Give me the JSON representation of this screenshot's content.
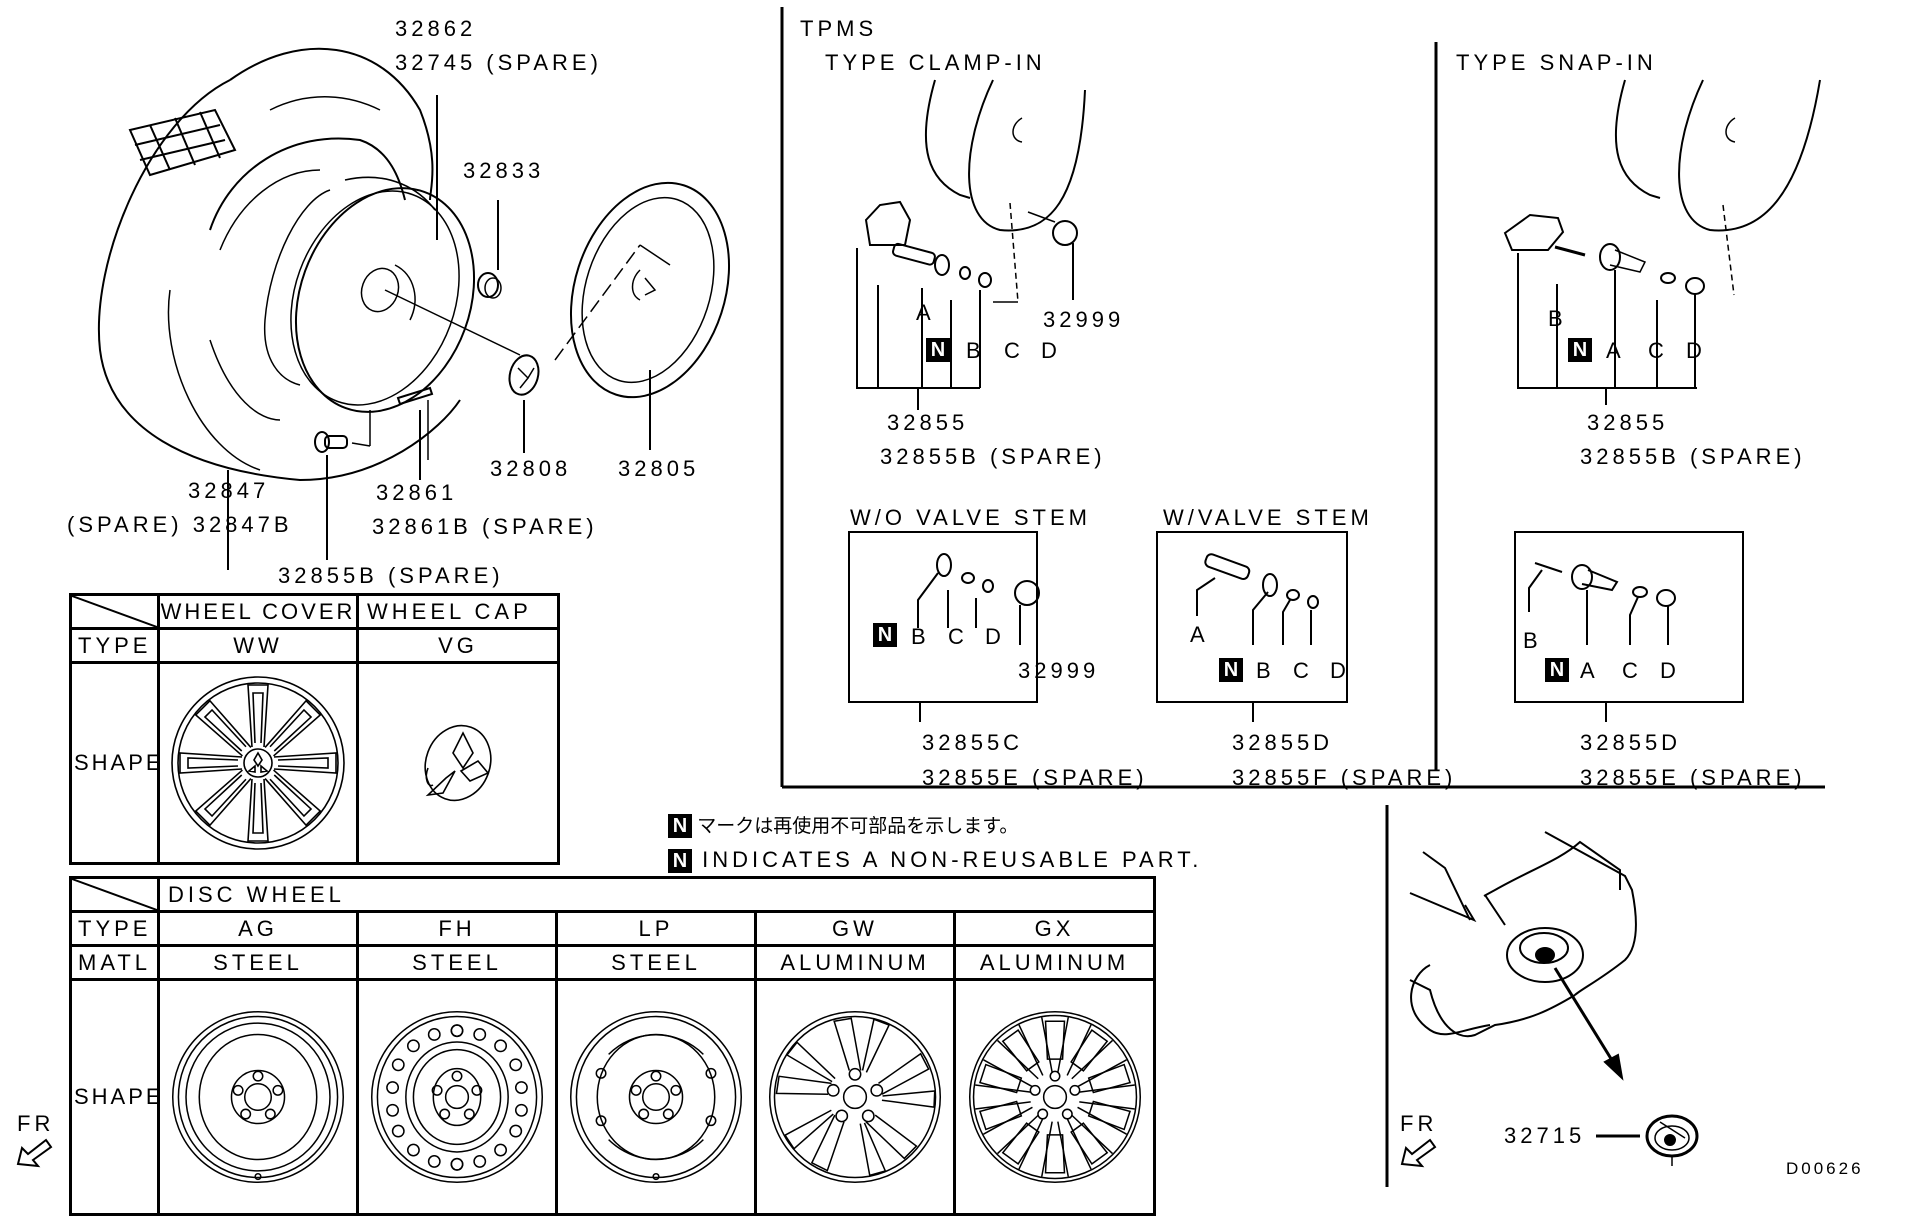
{
  "diagram_code": "D00626",
  "front_marker": "FR",
  "exploded_view": {
    "callouts": {
      "tire": "32862",
      "tire_spare": "32745 (SPARE)",
      "nut": "32833",
      "wheel_cap": "32808",
      "wheel_cover": "32805",
      "disc_wheel": "32847",
      "disc_wheel_spare": "(SPARE) 32847B",
      "balance_weight": "32861",
      "balance_weight_spare": "32861B (SPARE)",
      "valve_spare": "32855B (SPARE)"
    }
  },
  "tpms": {
    "title": "TPMS",
    "clamp_in": {
      "title": "TYPE CLAMP-IN",
      "letters": [
        "A",
        "B",
        "C",
        "D"
      ],
      "cap_part": "32999",
      "part": "32855",
      "part_spare": "32855B (SPARE)"
    },
    "snap_in": {
      "title": "TYPE SNAP-IN",
      "letters": [
        "B",
        "A",
        "C",
        "D"
      ],
      "part": "32855",
      "part_spare": "32855B (SPARE)"
    },
    "wo_valve_stem": {
      "title": "W/O VALVE STEM",
      "letters": [
        "B",
        "C",
        "D"
      ],
      "cap_part": "32999",
      "part": "32855C",
      "part_spare": "32855E (SPARE)"
    },
    "w_valve_stem": {
      "title": "W/VALVE STEM",
      "letters": [
        "A",
        "B",
        "C",
        "D"
      ],
      "part": "32855D",
      "part_spare": "32855F (SPARE)"
    },
    "snap_in_kit": {
      "letters": [
        "B",
        "A",
        "C",
        "D"
      ],
      "part": "32855D",
      "part_spare": "32855E (SPARE)"
    }
  },
  "notes": {
    "n_mark": "N",
    "jp": "マークは再使用不可部品を示します。",
    "en": "INDICATES A NON-REUSABLE PART."
  },
  "tpms_valve_cap_location": {
    "part": "32715"
  },
  "cover_table": {
    "columns": [
      "WHEEL COVER",
      "WHEEL CAP"
    ],
    "row_labels": [
      "TYPE",
      "SHAPE"
    ],
    "types": [
      "WW",
      "VG"
    ]
  },
  "disc_table": {
    "header": "DISC WHEEL",
    "row_labels": [
      "TYPE",
      "MATL",
      "SHAPE"
    ],
    "types": [
      "AG",
      "FH",
      "LP",
      "GW",
      "GX"
    ],
    "materials": [
      "STEEL",
      "STEEL",
      "STEEL",
      "ALUMINUM",
      "ALUMINUM"
    ]
  }
}
